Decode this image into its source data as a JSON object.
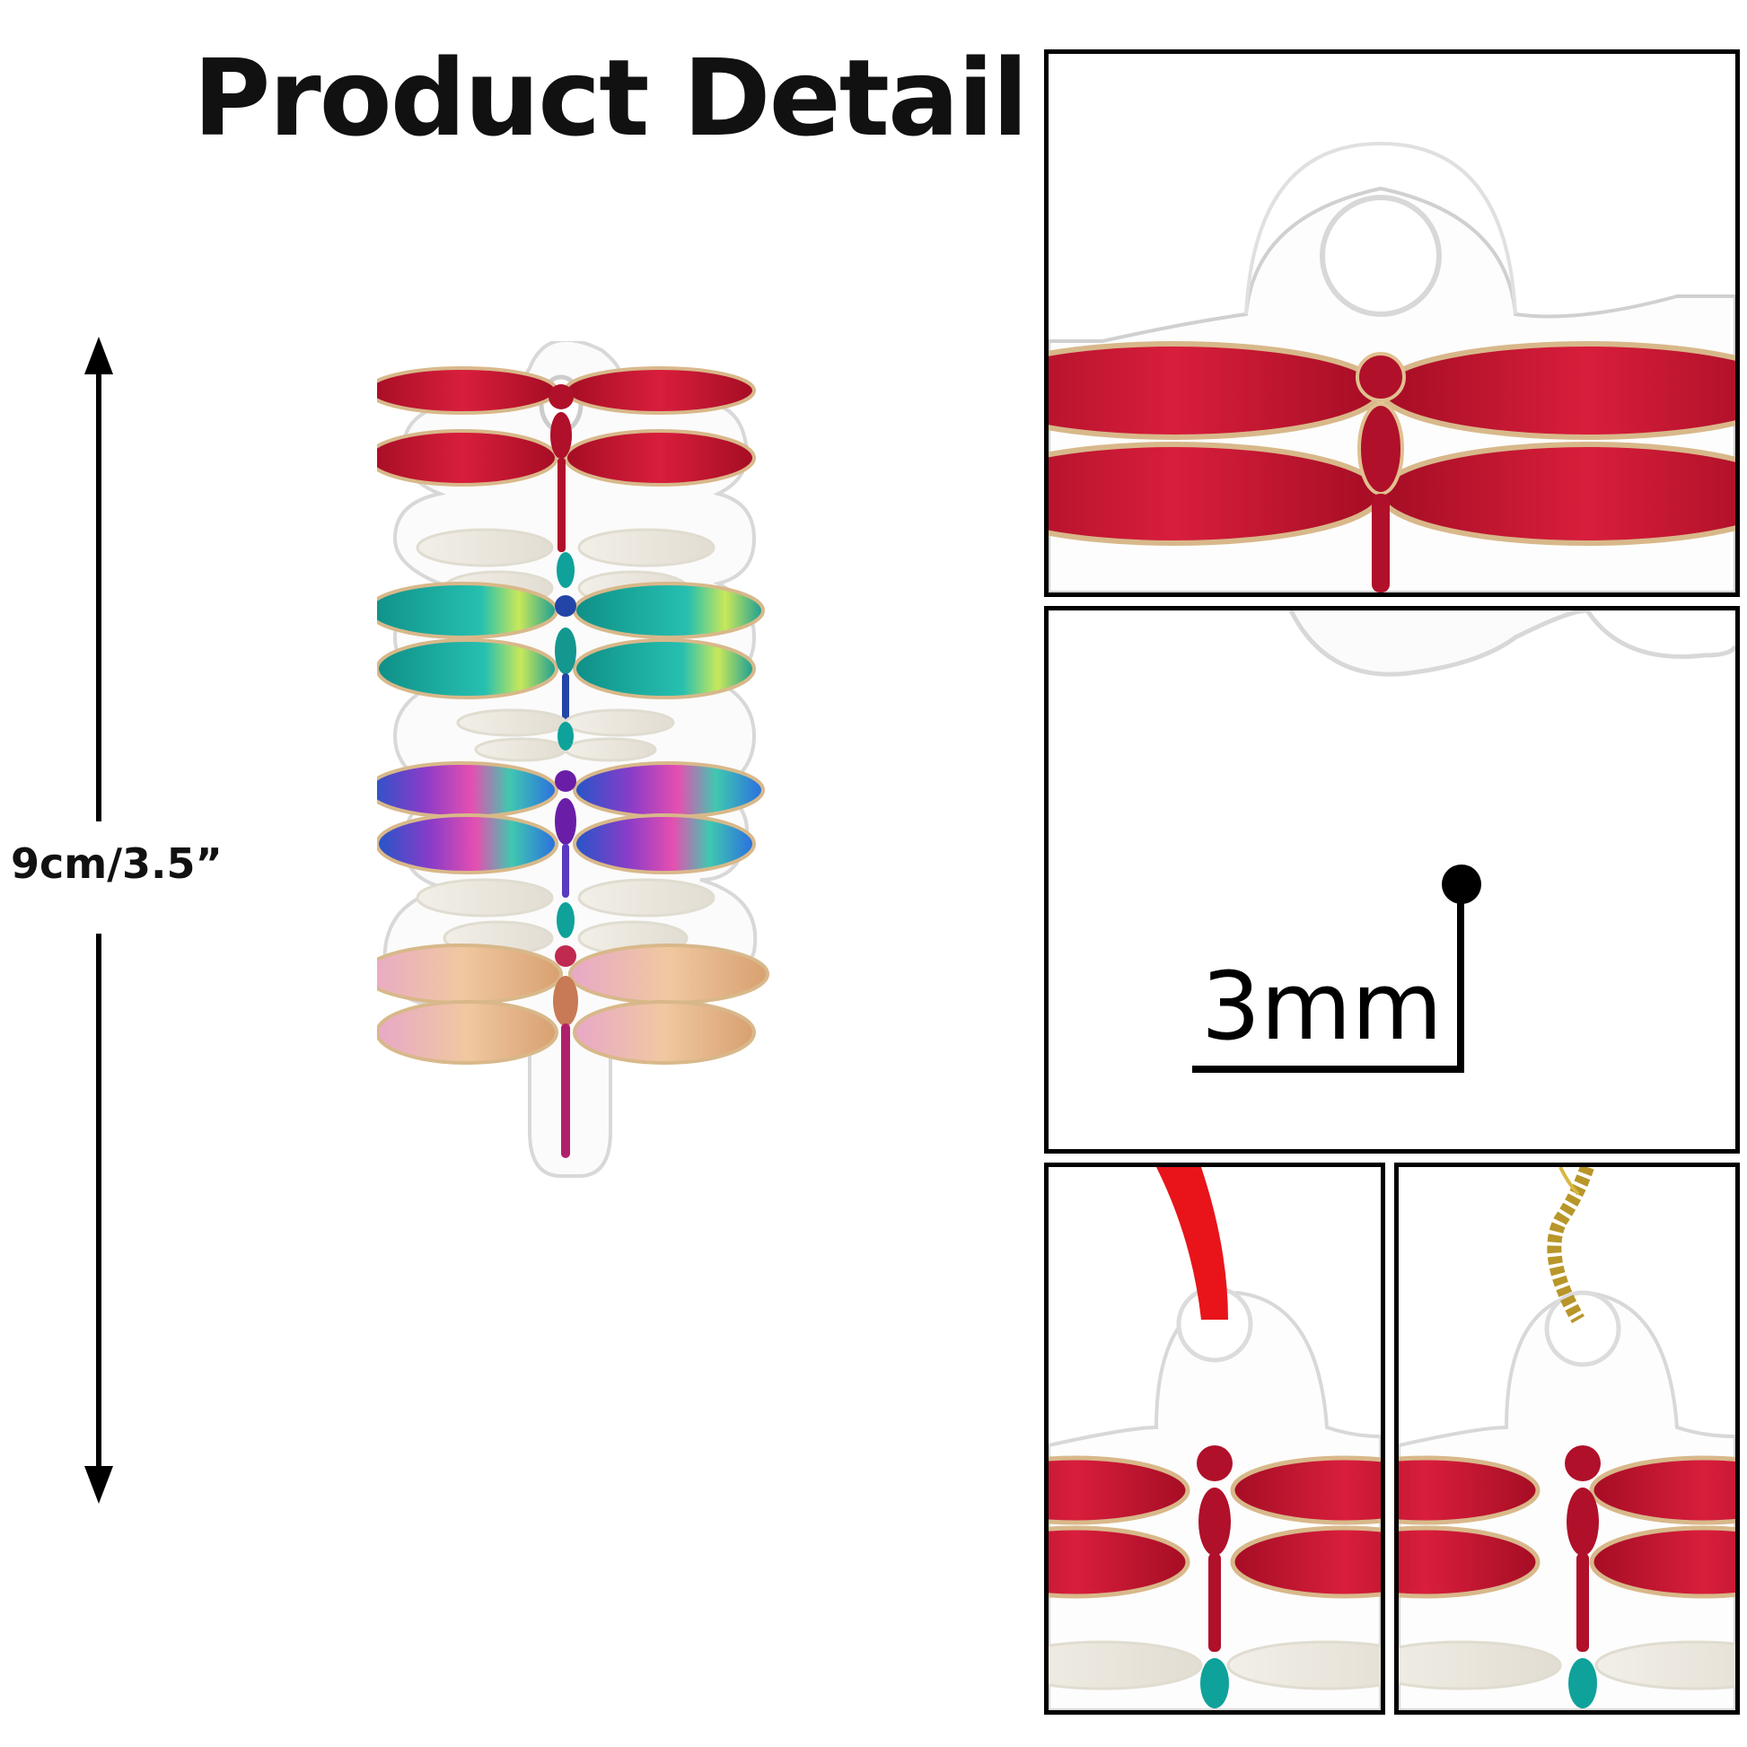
{
  "title": "Product Detail",
  "height_dimension": "9cm/3.5”",
  "thickness_dimension": "3mm",
  "colors": {
    "red_wing": "#c4122e",
    "teal_wing": "#1aa89c",
    "blue_wing": "#2f6fd6",
    "purple_wing": "#8a3cc8",
    "peach_wing": "#e6b49a",
    "ribbon_red": "#e8141a",
    "string_gold": "#b8962a"
  },
  "icons": [
    "arrow-up-icon",
    "arrow-down-icon",
    "dragonfly-icon",
    "ribbon-icon",
    "gold-string-icon"
  ]
}
